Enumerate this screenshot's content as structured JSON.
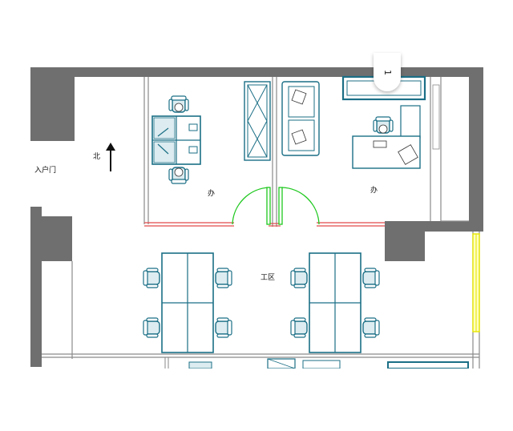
{
  "labels": {
    "entrance": "入户门",
    "north": "北",
    "office_left": "办",
    "office_right": "办",
    "work_area": "工区"
  },
  "page_badge": "1",
  "colors": {
    "wall": "#6f6f6f",
    "furniture": "#1b6f86",
    "furniture_light": "#dcecf0",
    "door_swing": "#1ec81e",
    "glass_partition": "#e24a4a",
    "window": "#e6e600",
    "line": "#8a8a8a"
  }
}
